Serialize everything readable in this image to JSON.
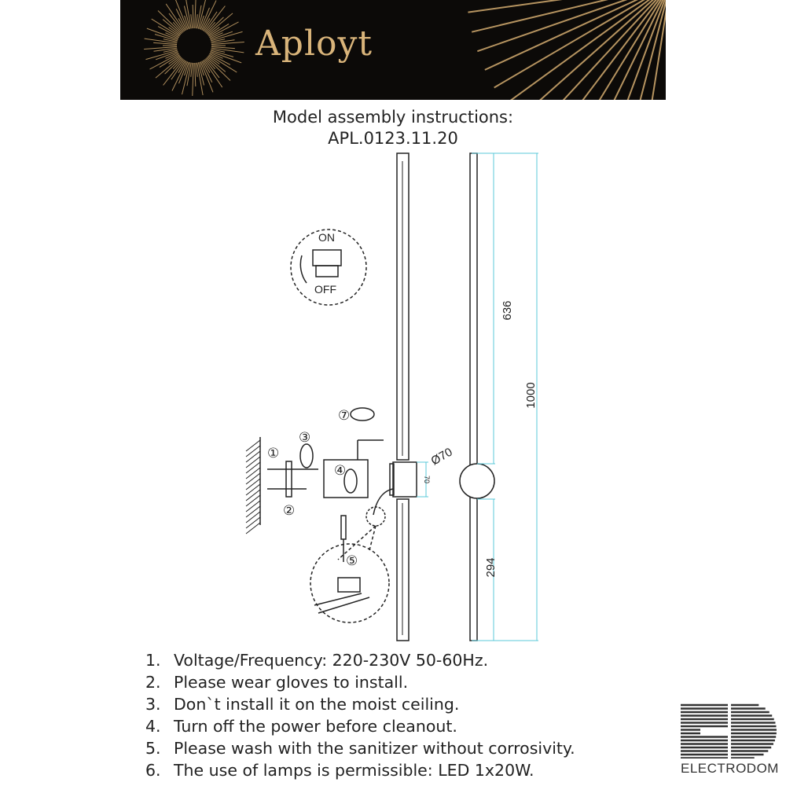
{
  "header": {
    "brand": "Aployt",
    "colors": {
      "background": "#0c0a08",
      "accent": "#d9b47a"
    }
  },
  "title": {
    "line1": "Model assembly instructions:",
    "line2": "APL.0123.11.20"
  },
  "diagram": {
    "switch": {
      "on": "ON",
      "off": "OFF"
    },
    "steps": [
      "①",
      "②",
      "③",
      "④",
      "⑤",
      "⑦"
    ],
    "dimensions": {
      "upper": "636",
      "total": "1000",
      "lower": "294",
      "diameter": "Ø70",
      "mount_height": "70"
    },
    "dimension_color": "#5bc8d8"
  },
  "instructions": [
    {
      "num": "1.",
      "text": "Voltage/Frequency: 220-230V 50-60Hz."
    },
    {
      "num": "2.",
      "text": "Please wear gloves to install."
    },
    {
      "num": "3.",
      "text": "Don`t install it on the moist ceiling."
    },
    {
      "num": "4.",
      "text": "Turn off the power before cleanout."
    },
    {
      "num": "5.",
      "text": "Please wash with the sanitizer without corrosivity."
    },
    {
      "num": "6.",
      "text": "The use of lamps is permissible: LED 1x20W."
    }
  ],
  "footer_logo": {
    "text": "ELECTRODOM"
  }
}
